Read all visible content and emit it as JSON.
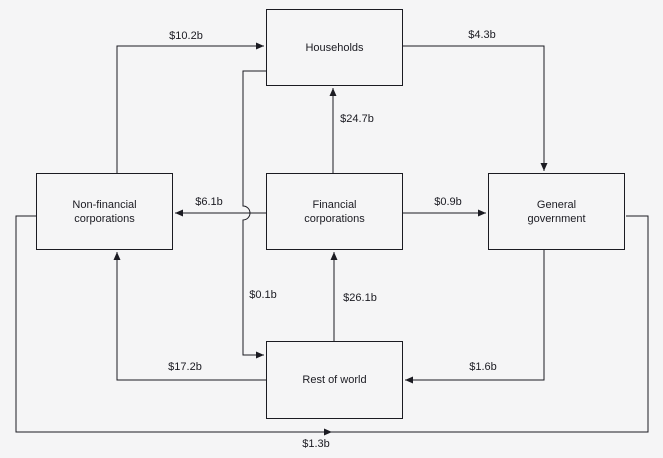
{
  "nodes": {
    "households": {
      "label": "Households"
    },
    "non_financial_corporations": {
      "label": "Non-financial corporations"
    },
    "financial_corporations": {
      "label": "Financial corporations"
    },
    "general_government": {
      "label": "General government"
    },
    "rest_of_world": {
      "label": "Rest of world"
    }
  },
  "flows": {
    "nfc_to_households": {
      "label": "$10.2b",
      "from": "non_financial_corporations",
      "to": "households"
    },
    "households_to_general_government": {
      "label": "$4.3b",
      "from": "households",
      "to": "general_government"
    },
    "financial_to_households": {
      "label": "$24.7b",
      "from": "financial_corporations",
      "to": "households"
    },
    "financial_to_nfc": {
      "label": "$6.1b",
      "from": "financial_corporations",
      "to": "non_financial_corporations"
    },
    "financial_to_general_government": {
      "label": "$0.9b",
      "from": "financial_corporations",
      "to": "general_government"
    },
    "households_to_rest_of_world": {
      "label": "$0.1b",
      "from": "households",
      "to": "rest_of_world"
    },
    "rest_of_world_to_financial": {
      "label": "$26.1b",
      "from": "rest_of_world",
      "to": "financial_corporations"
    },
    "rest_of_world_to_nfc": {
      "label": "$17.2b",
      "from": "rest_of_world",
      "to": "non_financial_corporations"
    },
    "general_government_to_rest_of_world": {
      "label": "$1.6b",
      "from": "general_government",
      "to": "rest_of_world"
    },
    "nfc_to_general_government": {
      "label": "$1.3b",
      "from": "non_financial_corporations",
      "to": "general_government"
    }
  },
  "colors": {
    "background": "#f5f5f6",
    "line": "#1b1b22",
    "text": "#1b1b22"
  }
}
